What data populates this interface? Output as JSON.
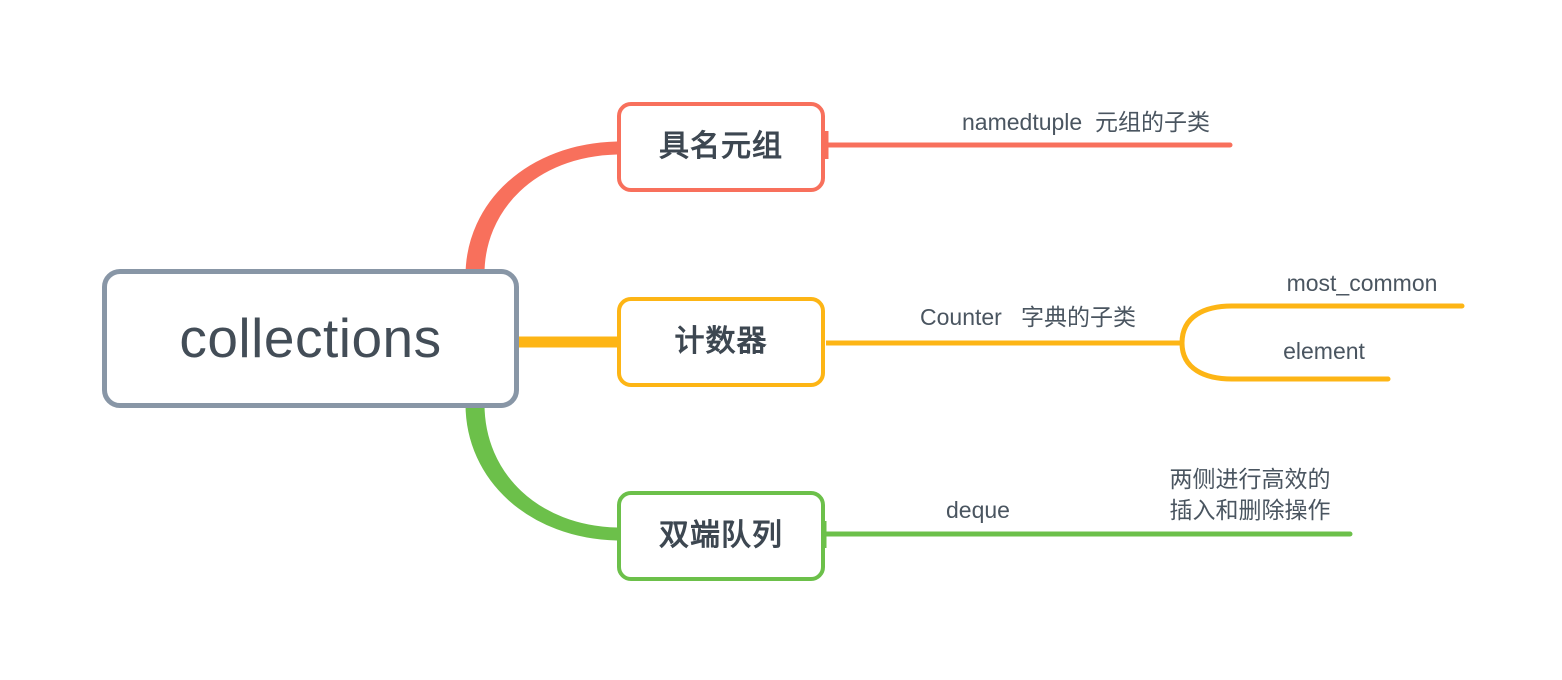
{
  "diagram": {
    "type": "mindmap",
    "title": "collections",
    "root": {
      "label": "collections",
      "border_color": "#8896a6"
    },
    "branches": [
      {
        "id": "namedtuple",
        "label": "具名元组",
        "color": "#f8705c",
        "leaves": [
          {
            "id": "namedtuple-desc",
            "text": "namedtuple  元组的子类"
          }
        ]
      },
      {
        "id": "counter",
        "label": "计数器",
        "color": "#fdb515",
        "leaves": [
          {
            "id": "counter-desc",
            "text": "Counter   字典的子类"
          },
          {
            "id": "counter-most-common",
            "text": "most_common"
          },
          {
            "id": "counter-element",
            "text": "element"
          }
        ]
      },
      {
        "id": "deque",
        "label": "双端队列",
        "color": "#6cc04a",
        "leaves": [
          {
            "id": "deque-name",
            "text": "deque"
          },
          {
            "id": "deque-desc-line1",
            "text": "两侧进行高效的"
          },
          {
            "id": "deque-desc-line2",
            "text": "插入和删除操作"
          }
        ]
      }
    ]
  }
}
